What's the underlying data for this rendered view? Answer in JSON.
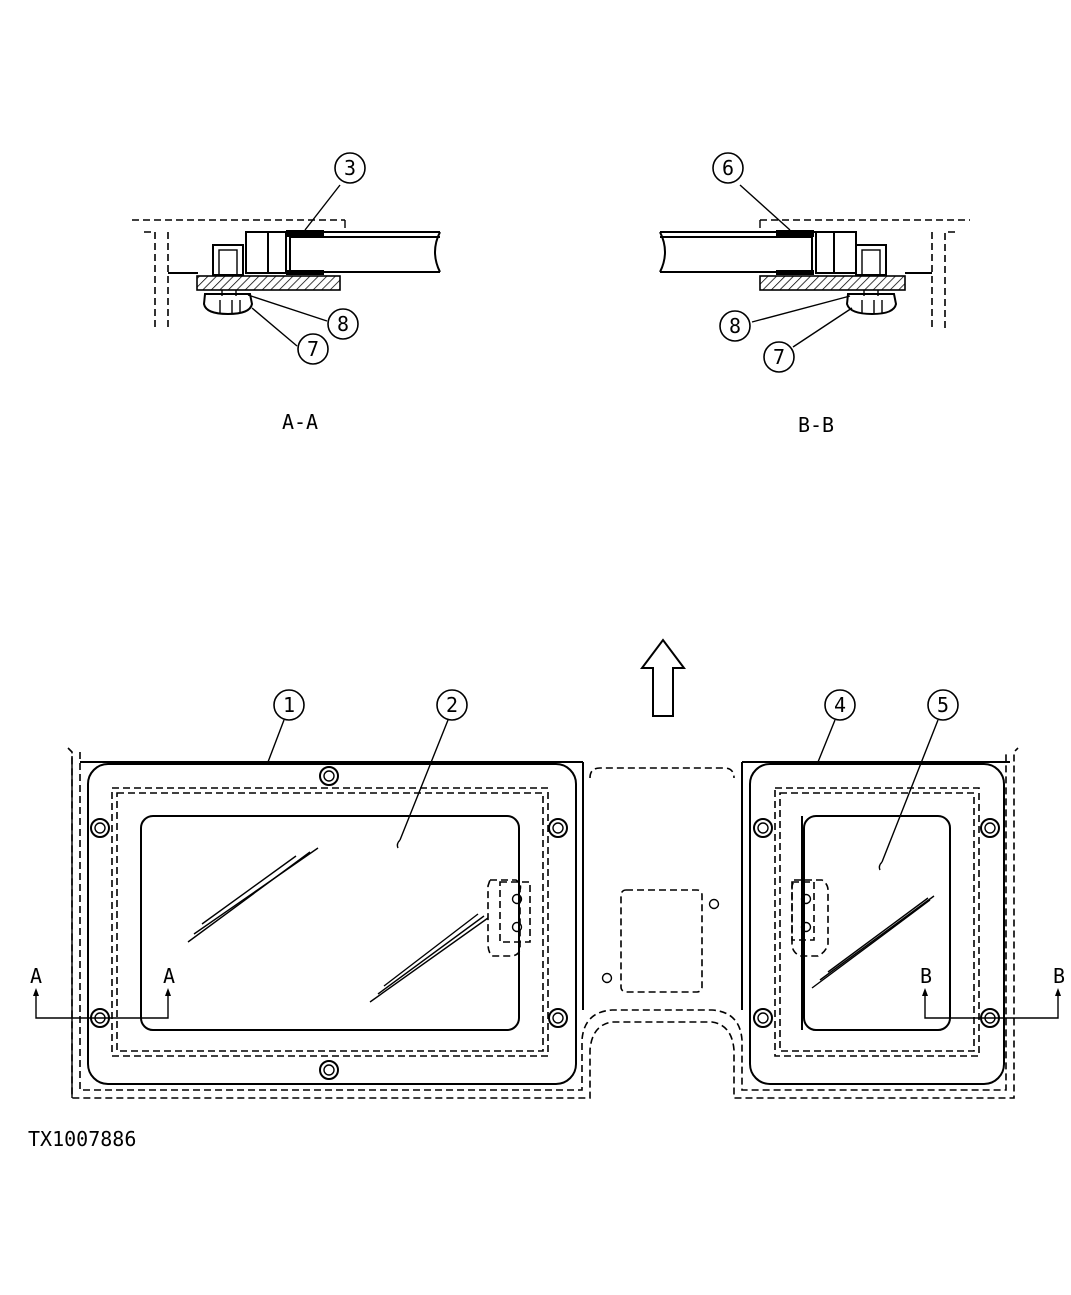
{
  "sections": {
    "left_label": "A-A",
    "right_label": "B-B"
  },
  "callouts": {
    "c1": "1",
    "c2": "2",
    "c3": "3",
    "c4": "4",
    "c5": "5",
    "c6": "6",
    "c7a": "7",
    "c7b": "7",
    "c8a": "8",
    "c8b": "8"
  },
  "section_markers": {
    "a_left": "A",
    "a_right": "A",
    "b_left": "B",
    "b_right": "B"
  },
  "figure_id": "TX1007886"
}
